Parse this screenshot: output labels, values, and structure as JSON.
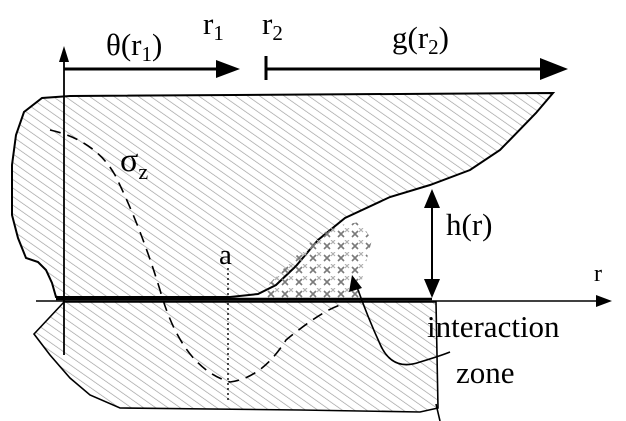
{
  "labels": {
    "theta_r1": "θ(r",
    "theta_sub": "1",
    "theta_close": ")",
    "r1": "r",
    "r1_sub": "1",
    "r2": "r",
    "r2_sub": "2",
    "g_r2": "g(r",
    "g_sub": "2",
    "g_close": ")",
    "sigma": "σ",
    "sigma_sub": "z",
    "h_r": "h(r)",
    "a": "a",
    "r_axis": "r",
    "interaction_line1": "interaction",
    "interaction_line2": "zone"
  }
}
